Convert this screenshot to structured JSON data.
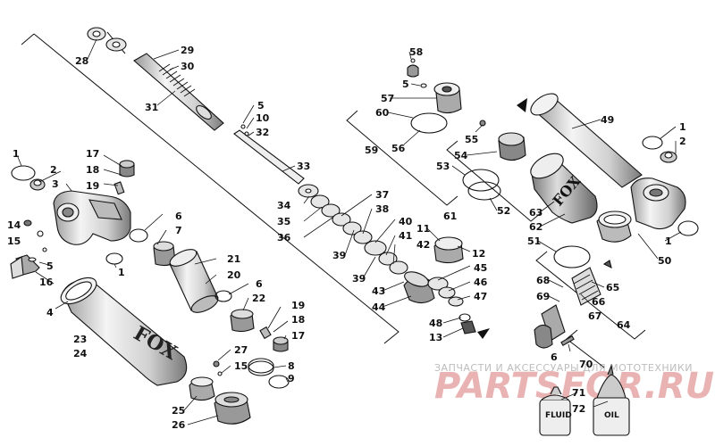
{
  "callouts": [
    "1",
    "2",
    "3",
    "4",
    "5",
    "6",
    "7",
    "8",
    "9",
    "10",
    "11",
    "12",
    "13",
    "14",
    "15",
    "16",
    "17",
    "18",
    "19",
    "20",
    "21",
    "22",
    "23",
    "24",
    "25",
    "26",
    "27",
    "28",
    "29",
    "30",
    "31",
    "32",
    "33",
    "34",
    "35",
    "36",
    "37",
    "38",
    "39",
    "40",
    "41",
    "42",
    "43",
    "44",
    "45",
    "46",
    "47",
    "48",
    "49",
    "50",
    "51",
    "52",
    "53",
    "54",
    "55",
    "56",
    "57",
    "58",
    "59",
    "60",
    "61",
    "62",
    "63",
    "64",
    "65",
    "66",
    "67",
    "68",
    "69",
    "70",
    "71",
    "72"
  ],
  "watermark": {
    "caption": "ЗАПЧАСТИ И АКСЕССУАРЫ ДЛЯ МОТОТЕХНИКИ",
    "site": "PARTSFOR.RU"
  },
  "brand": {
    "left_body": "FOX",
    "reservoir": "FOX"
  },
  "bottle_labels": {
    "fluid": "FLUID",
    "oil": "OIL"
  },
  "colors": {
    "line": "#111111",
    "shade": "#d6d6d6",
    "dark": "#666666",
    "watermark_red": "#e9b3b3",
    "watermark_gray": "#bdbdbd"
  }
}
